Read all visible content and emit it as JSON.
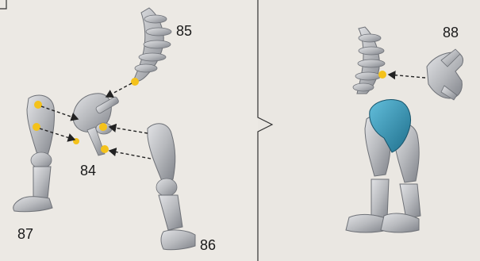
{
  "steps": {
    "s84": "84",
    "s85": "85",
    "s86": "86",
    "s87": "87",
    "s88": "88"
  },
  "colors": {
    "background": "#ece9e4",
    "part_silver": "#b7b9bd",
    "part_shadow": "#7d8085",
    "connector": "#f4c21b",
    "highlight_part": "#2e8fb0",
    "arrow": "#222222",
    "divider": "#333333"
  },
  "icons": {
    "arrow": "dashed-arrow-icon",
    "joint": "connector-dot-icon"
  }
}
